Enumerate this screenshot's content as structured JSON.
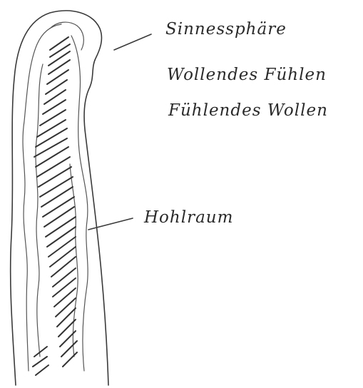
{
  "labels": {
    "sense_sphere": "Sinnessphäre",
    "willing_feeling": "Wollendes Fühlen",
    "feeling_willing": "Fühlendes Wollen",
    "cavity": "Hohlraum"
  },
  "colors": {
    "paper": "#ffffff",
    "pencil": "#3a3a3a"
  }
}
